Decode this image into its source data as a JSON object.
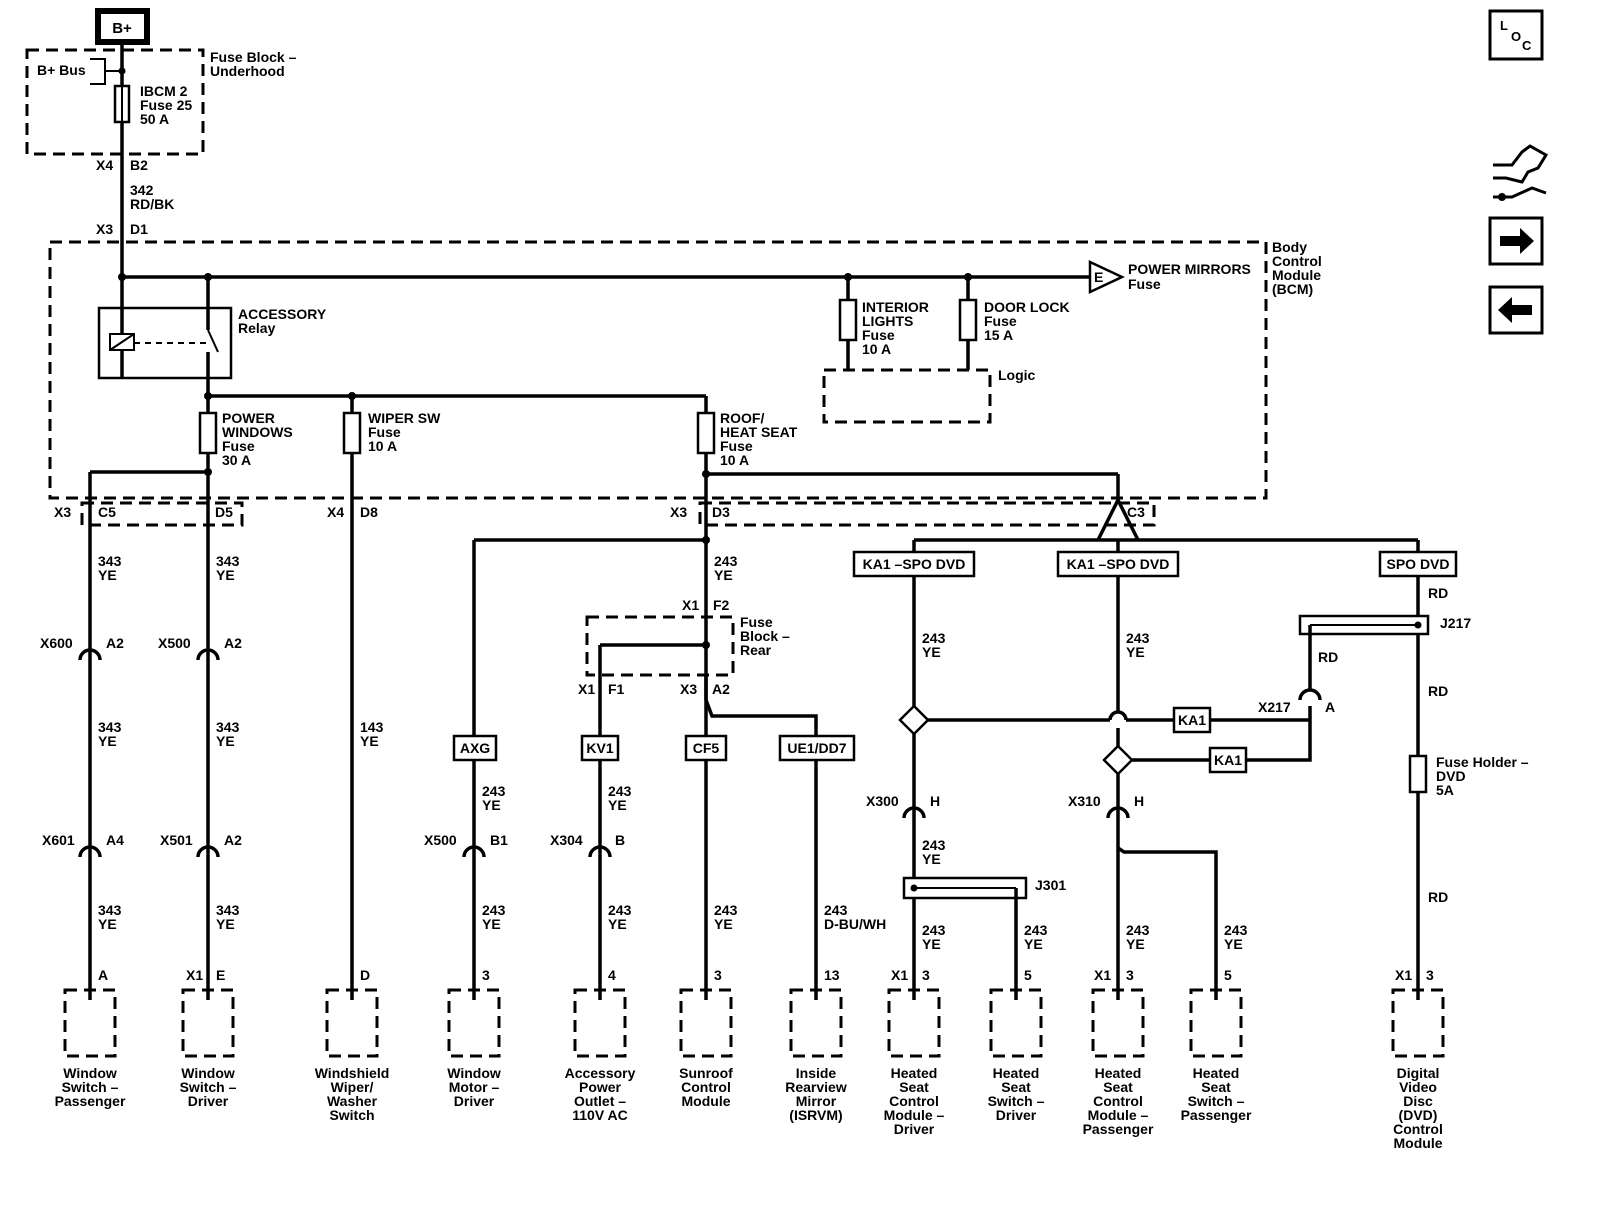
{
  "source": {
    "label": "B+",
    "fuse_block_underhood": [
      "Fuse Block –",
      "Underhood"
    ],
    "bplus_bus": "B+ Bus",
    "ibcm_fuse": [
      "IBCM 2",
      "Fuse 25",
      "50 A"
    ],
    "conn_top_x": "X4",
    "conn_top_pin": "B2",
    "wire_main": [
      "342",
      "RD/BK"
    ],
    "conn_bcm_x": "X3",
    "conn_bcm_pin": "D1"
  },
  "bcm": {
    "label": [
      "Body",
      "Control",
      "Module",
      "(BCM)"
    ],
    "relay": [
      "ACCESSORY",
      "Relay"
    ],
    "power_mirrors": [
      "POWER MIRRORS",
      "Fuse"
    ],
    "power_mirrors_conn": "E",
    "interior_lights": [
      "INTERIOR",
      "LIGHTS",
      "Fuse",
      "10 A"
    ],
    "door_lock": [
      "DOOR LOCK",
      "Fuse",
      "15 A"
    ],
    "logic": "Logic",
    "power_windows": [
      "POWER",
      "WINDOWS",
      "Fuse",
      "30 A"
    ],
    "wiper_sw": [
      "WIPER SW",
      "Fuse",
      "10 A"
    ],
    "roof_heat_seat": [
      "ROOF/",
      "HEAT SEAT",
      "Fuse",
      "10 A"
    ]
  },
  "bcm_connectors": {
    "c5_x": "X3",
    "c5_pin": "C5",
    "d5_pin": "D5",
    "d8_x": "X4",
    "d8_pin": "D8",
    "d3_x": "X3",
    "d3_pin": "D3",
    "c3_pin": "C3"
  },
  "nav_icons": {
    "loc": "L O C",
    "loc_l": "L",
    "loc_o": "O",
    "loc_c": "C"
  },
  "col1": {
    "wire_a": [
      "343",
      "YE"
    ],
    "conn_a": "X600",
    "pin_a": "A2",
    "wire_b": [
      "343",
      "YE"
    ],
    "conn_b": "X601",
    "pin_b": "A4",
    "wire_c": [
      "343",
      "YE"
    ],
    "end_pin": "A",
    "component": [
      "Window",
      "Switch –",
      "Passenger"
    ]
  },
  "col2": {
    "wire_a": [
      "343",
      "YE"
    ],
    "conn_a": "X500",
    "pin_a": "A2",
    "wire_b": [
      "343",
      "YE"
    ],
    "conn_b": "X501",
    "pin_b": "A2",
    "wire_c": [
      "343",
      "YE"
    ],
    "end_x": "X1",
    "end_pin": "E",
    "component": [
      "Window",
      "Switch –",
      "Driver"
    ]
  },
  "col3": {
    "wire_a": [
      "143",
      "YE"
    ],
    "end_pin": "D",
    "component": [
      "Windshield",
      "Wiper/",
      "Washer",
      "Switch"
    ]
  },
  "col4": {
    "option": "AXG",
    "wire_a": [
      "243",
      "YE"
    ],
    "conn": "X500",
    "pin": "B1",
    "wire_b": [
      "243",
      "YE"
    ],
    "end_pin": "3",
    "component": [
      "Window",
      "Motor –",
      "Driver"
    ]
  },
  "fuse_block_rear": {
    "label": [
      "Fuse",
      "Block –",
      "Rear"
    ],
    "in_x": "X1",
    "in_pin": "F2",
    "out1_x": "X1",
    "out1_pin": "F1",
    "out2_x": "X3",
    "out2_pin": "A2",
    "wire_in": [
      "243",
      "YE"
    ]
  },
  "col5": {
    "option": "KV1",
    "wire_a": [
      "243",
      "YE"
    ],
    "conn": "X304",
    "pin": "B",
    "wire_b": [
      "243",
      "YE"
    ],
    "end_pin": "4",
    "component": [
      "Accessory",
      "Power",
      "Outlet –",
      "110V AC"
    ]
  },
  "col6": {
    "option": "CF5",
    "wire_a": [
      "243",
      "YE"
    ],
    "end_pin": "3",
    "component": [
      "Sunroof",
      "Control",
      "Module"
    ]
  },
  "col7": {
    "option": "UE1/DD7",
    "wire_a": [
      "243",
      "D-BU/WH"
    ],
    "end_pin": "13",
    "component": [
      "Inside",
      "Rearview",
      "Mirror",
      "(ISRVM)"
    ]
  },
  "col8": {
    "option": "KA1 –SPO DVD",
    "wire_a": [
      "243",
      "YE"
    ],
    "conn": "X300",
    "pin": "H",
    "wire_b": [
      "243",
      "YE"
    ],
    "splice": "J301",
    "wire_c": [
      "243",
      "YE"
    ],
    "end_x": "X1",
    "end_pin": "3",
    "component": [
      "Heated",
      "Seat",
      "Control",
      "Module –",
      "Driver"
    ]
  },
  "col9": {
    "wire_a": [
      "243",
      "YE"
    ],
    "end_pin": "5",
    "component": [
      "Heated",
      "Seat",
      "Switch –",
      "Driver"
    ]
  },
  "col10": {
    "option": "KA1 –SPO DVD",
    "wire_a": [
      "243",
      "YE"
    ],
    "conn": "X310",
    "pin": "H",
    "wire_b": [
      "243",
      "YE"
    ],
    "end_x": "X1",
    "end_pin": "3",
    "component": [
      "Heated",
      "Seat",
      "Control",
      "Module –",
      "Passenger"
    ]
  },
  "col11": {
    "wire_a": [
      "243",
      "YE"
    ],
    "end_pin": "5",
    "component": [
      "Heated",
      "Seat",
      "Switch –",
      "Passenger"
    ]
  },
  "col12": {
    "option": "SPO DVD",
    "wire_a": "RD",
    "splice": "J217",
    "x217_wire": "RD",
    "x217": "X217",
    "x217_pin": "A",
    "ka1_a": "KA1",
    "ka1_b": "KA1",
    "wire_b": "RD",
    "fuse": [
      "Fuse Holder –",
      "DVD",
      "5A"
    ],
    "wire_c": "RD",
    "end_x": "X1",
    "end_pin": "3",
    "component": [
      "Digital",
      "Video",
      "Disc",
      "(DVD)",
      "Control",
      "Module"
    ]
  }
}
